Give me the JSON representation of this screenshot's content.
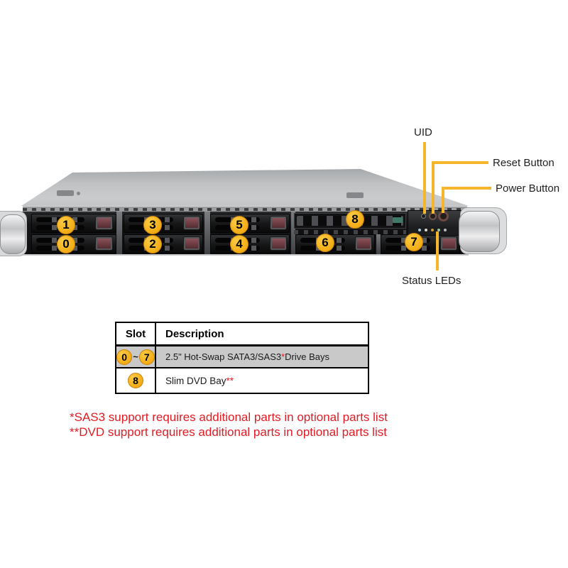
{
  "colors": {
    "accent_yellow": "#F3B01C",
    "callout_line_yellow": "#F5B62B",
    "footnote_red": "#E31B23",
    "table_row_gray": "#C9C9C9"
  },
  "callouts": {
    "uid": "UID",
    "reset": "Reset Button",
    "power": "Power Button",
    "status_leds": "Status LEDs"
  },
  "bays": {
    "b0": "0",
    "b1": "1",
    "b2": "2",
    "b3": "3",
    "b4": "4",
    "b5": "5",
    "b6": "6",
    "b7": "7",
    "b8": "8"
  },
  "table": {
    "header": {
      "slot": "Slot",
      "description": "Description"
    },
    "row1": {
      "slot_from": "0",
      "range_tilde": "~",
      "slot_to": "7",
      "desc_text": "2.5\" Hot-Swap SATA3/SAS3",
      "desc_mark": "*",
      "desc_tail": " Drive Bays"
    },
    "row2": {
      "slot": "8",
      "desc_text": "Slim DVD Bay",
      "desc_mark": "**"
    }
  },
  "footnotes": {
    "line1": "*SAS3 support requires additional parts in optional parts list",
    "line2": "**DVD support requires additional parts in optional parts list"
  }
}
